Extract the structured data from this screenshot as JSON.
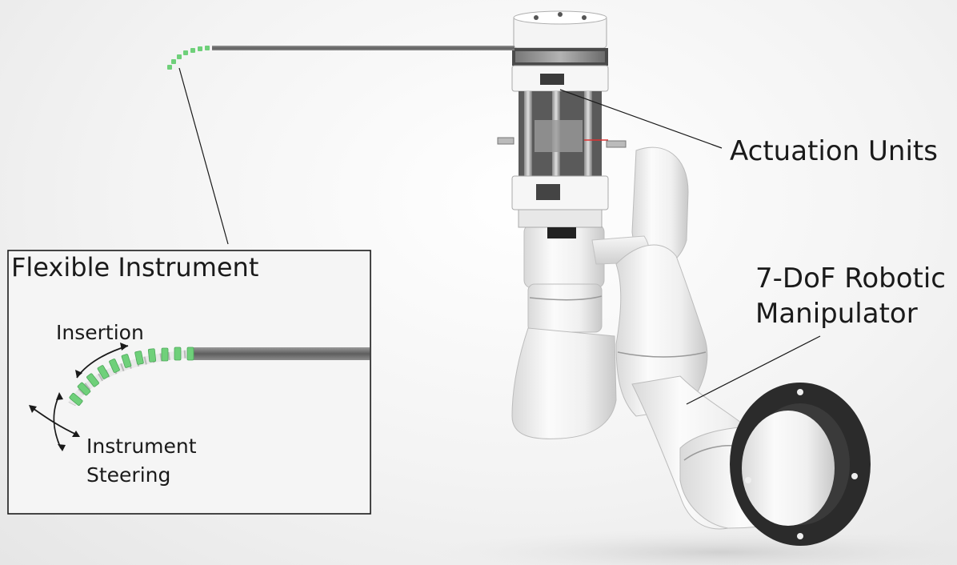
{
  "labels": {
    "actuation_units": "Actuation Units",
    "robotic_manipulator_line1": "7-DoF Robotic",
    "robotic_manipulator_line2": "Manipulator",
    "flexible_instrument": "Flexible Instrument",
    "insertion": "Insertion",
    "steering_line1": "Instrument",
    "steering_line2": "Steering"
  },
  "colors": {
    "segment_green": "#6fd07a",
    "shaft_gray": "#7a7a7a",
    "robot_white": "#f2f2f2",
    "flange_dark": "#2b2b2b",
    "leader_line": "#1a1a1a"
  }
}
